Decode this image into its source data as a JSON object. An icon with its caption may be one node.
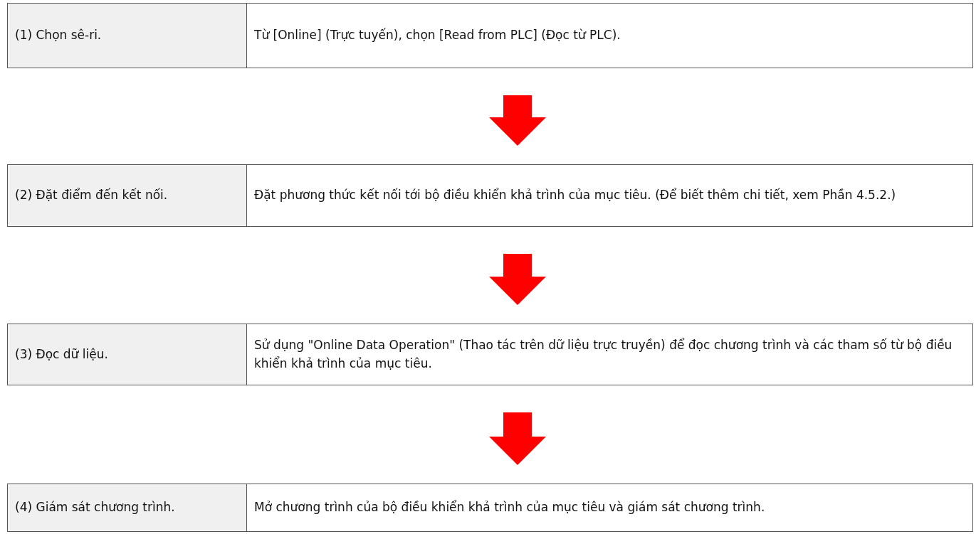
{
  "diagram": {
    "nodes": [
      {
        "text": [
          "(1) Chọn sê-ri.",
          "Từ [Online] (Trực tuyến), chọn [Read from PLC] (Đọc từ PLC)."
        ]
      },
      {
        "text": [
          "(2) Đặt điểm đến kết nối.",
          "Đặt phương thức kết nối tới bộ điều khiển khả trình của mục tiêu. (Để biết thêm chi tiết, xem Phần 4.5.2.)"
        ]
      },
      {
        "text": [
          "(3) Đọc dữ liệu.",
          "Sử dụng \"Online Data Operation\" (Thao tác trên dữ liệu trực truyền) để đọc chương trình và các tham số từ bộ điều khiển khả trình của mục tiêu."
        ]
      },
      {
        "text": [
          "(4) Giám sát chương trình.",
          "Mở chương trình của bộ điều khiển khả trình của mục tiêu và giám sát chương trình."
        ]
      }
    ],
    "edges": [
      {
        "from": 0,
        "to": 1,
        "arrow": "to",
        "style": "thick",
        "color": "#ff0000"
      },
      {
        "from": 1,
        "to": 2,
        "arrow": "to",
        "style": "thick",
        "color": "#ff0000"
      },
      {
        "from": 2,
        "to": 3,
        "arrow": "to",
        "style": "thick",
        "color": "#ff0000"
      }
    ]
  }
}
